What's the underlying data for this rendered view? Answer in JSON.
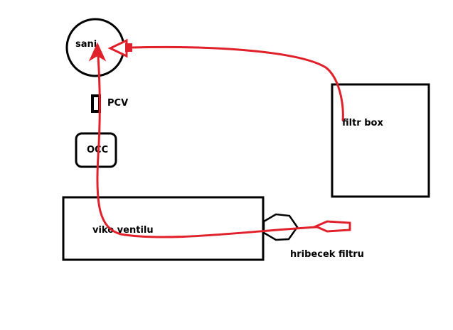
{
  "labels": {
    "sani": "sani",
    "pcv": "PCV",
    "occ": "OCC",
    "viko": "viko ventilu",
    "filtr_box": "filtr box",
    "hribecek": "hribecek filtru"
  },
  "colors": {
    "outline": "#000000",
    "flow": "#e0202a",
    "background": "#ffffff"
  }
}
